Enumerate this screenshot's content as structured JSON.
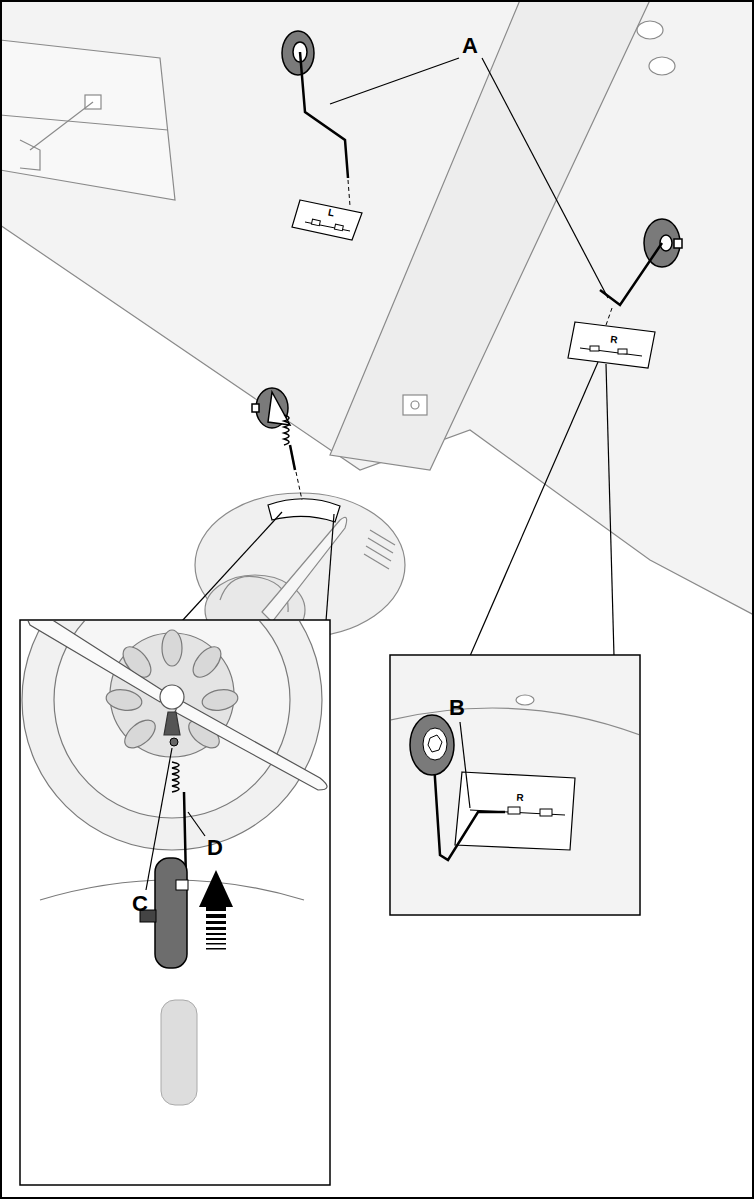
{
  "diagram": {
    "labels": [
      "A",
      "B",
      "C",
      "D",
      "L",
      "R",
      "R"
    ]
  }
}
